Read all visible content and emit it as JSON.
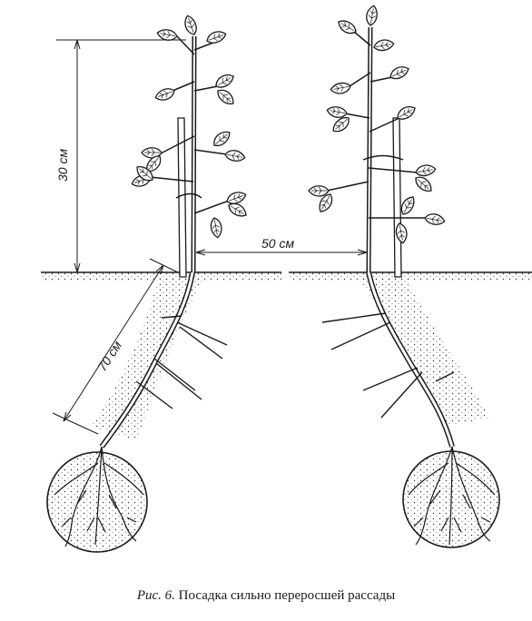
{
  "dimensions": {
    "height_label": "30 см",
    "spacing_label": "50 см",
    "depth_label": "70 см"
  },
  "caption": {
    "lead": "Рис. 6.",
    "text": "Посадка сильно переросшей рассады"
  },
  "colors": {
    "ink": "#1a1a1a",
    "background": "#ffffff"
  }
}
